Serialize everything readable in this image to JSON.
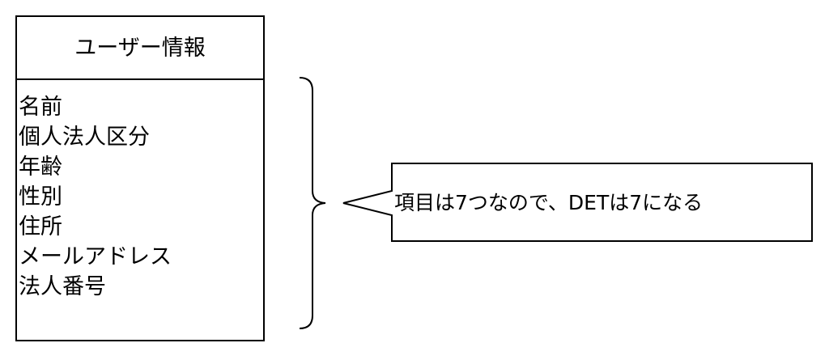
{
  "entity": {
    "title": "ユーザー情報",
    "attributes": [
      "名前",
      "個人法人区分",
      "年齢",
      "性別",
      "住所",
      "メールアドレス",
      "法人番号"
    ]
  },
  "callout": {
    "text": "項目は7つなので、DETは7になる"
  },
  "colors": {
    "stroke": "#000000",
    "background": "#ffffff"
  }
}
